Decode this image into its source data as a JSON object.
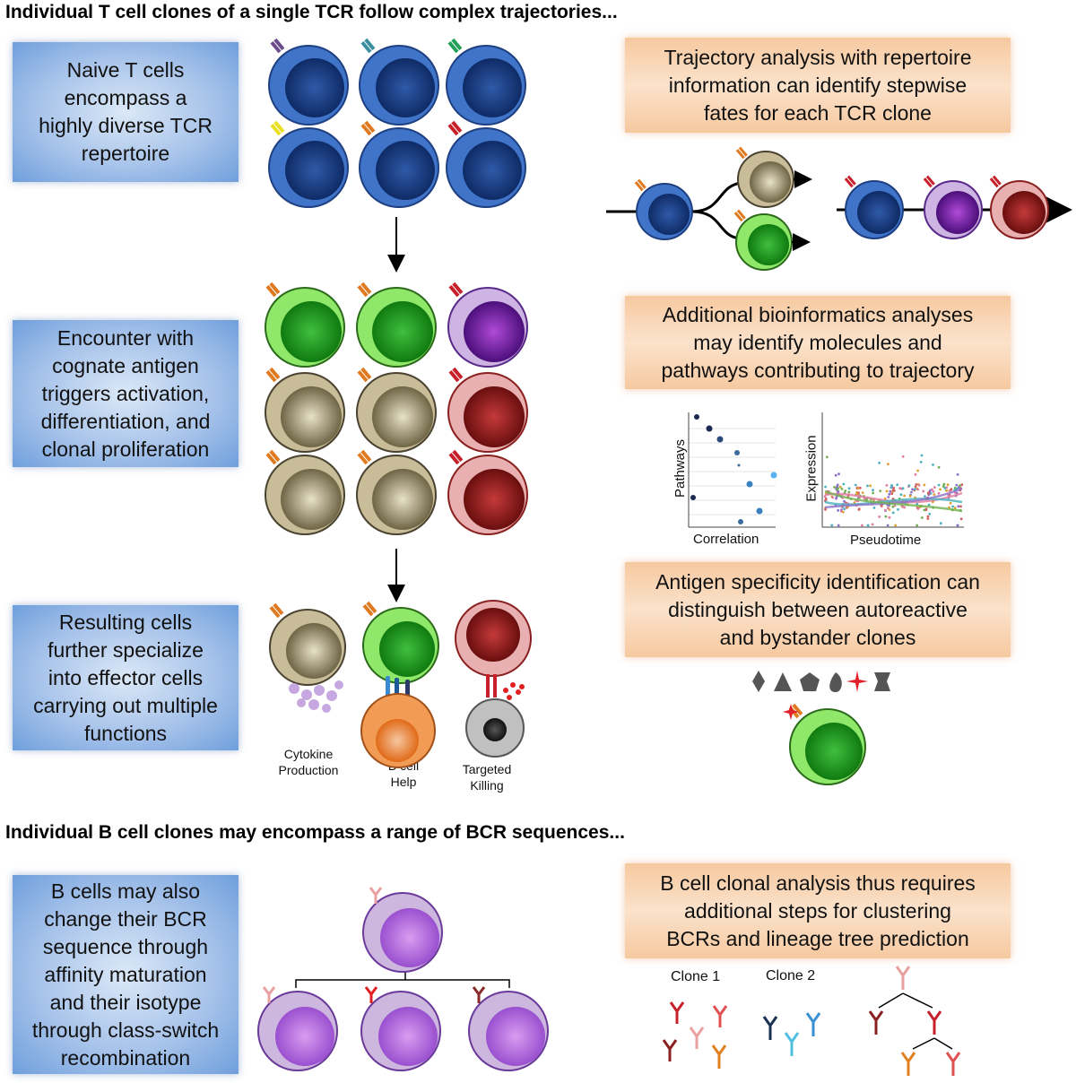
{
  "headings": {
    "t_cell": "Individual T cell clones of a single TCR follow complex trajectories...",
    "b_cell": "Individual B cell clones may encompass a range of BCR sequences..."
  },
  "blue_boxes": {
    "naive": "Naive T cells\nencompass a\nhighly diverse TCR\nrepertoire",
    "encounter": "Encounter with\ncognate antigen\ntriggers activation,\ndifferentiation, and\nclonal proliferation",
    "resulting": "Resulting cells\nfurther specialize\ninto effector cells\ncarrying out multiple\nfunctions",
    "bcells": "B cells may also\nchange their BCR\nsequence through\naffinity maturation\nand their isotype\nthrough class-switch\nrecombination"
  },
  "orange_boxes": {
    "trajectory": "Trajectory analysis with repertoire\ninformation can identify stepwise\nfates for each TCR clone",
    "bioinformatics": "Additional bioinformatics analyses\nmay identify molecules and\npathways contributing to trajectory",
    "antigen": "Antigen specificity identification can\ndistinguish between autoreactive\nand bystander clones",
    "bclonal": "B cell clonal analysis thus requires\nadditional steps for clustering\nBCRs and lineage tree prediction"
  },
  "function_labels": {
    "cytokine": "Cytokine\nProduction",
    "bcell_help": "B cell\nHelp",
    "killing": "Targeted\nKilling"
  },
  "mini_plots": {
    "left_ylabel": "Pathways",
    "left_xlabel": "Correlation",
    "right_ylabel": "Expression",
    "right_xlabel": "Pseudotime"
  },
  "clone_labels": {
    "clone1": "Clone 1",
    "clone2": "Clone 2"
  },
  "colors": {
    "naive_blue": "#3f74c9",
    "activated_green": "#8fe86a",
    "tan": "#c8bd98",
    "purple": "#a784c9",
    "red": "#e2a0a0",
    "bcell_purple": "#cdb7df",
    "bcell_orange": "#f19b55",
    "target_gray": "#b4b4b4"
  }
}
